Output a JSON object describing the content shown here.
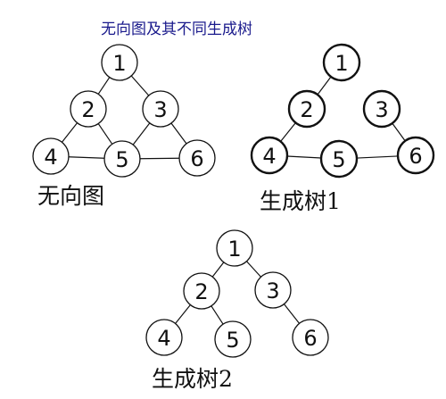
{
  "page": {
    "title": "无向图及其不同生成树",
    "title_color": "#1a1a8c"
  },
  "graphs": [
    {
      "id": "undirected-graph",
      "caption": "无向图",
      "nodes": [
        "1",
        "2",
        "3",
        "4",
        "5",
        "6"
      ],
      "edges": [
        [
          "1",
          "2"
        ],
        [
          "1",
          "3"
        ],
        [
          "2",
          "4"
        ],
        [
          "2",
          "5"
        ],
        [
          "3",
          "5"
        ],
        [
          "3",
          "6"
        ],
        [
          "4",
          "5"
        ],
        [
          "5",
          "6"
        ]
      ]
    },
    {
      "id": "spanning-tree-1",
      "caption": "生成树1",
      "nodes": [
        "1",
        "2",
        "3",
        "4",
        "5",
        "6"
      ],
      "edges": [
        [
          "1",
          "2"
        ],
        [
          "2",
          "4"
        ],
        [
          "4",
          "5"
        ],
        [
          "5",
          "6"
        ],
        [
          "6",
          "3"
        ]
      ]
    },
    {
      "id": "spanning-tree-2",
      "caption": "生成树2",
      "nodes": [
        "1",
        "2",
        "3",
        "4",
        "5",
        "6"
      ],
      "edges": [
        [
          "1",
          "2"
        ],
        [
          "1",
          "3"
        ],
        [
          "2",
          "4"
        ],
        [
          "2",
          "5"
        ],
        [
          "3",
          "6"
        ]
      ]
    }
  ]
}
